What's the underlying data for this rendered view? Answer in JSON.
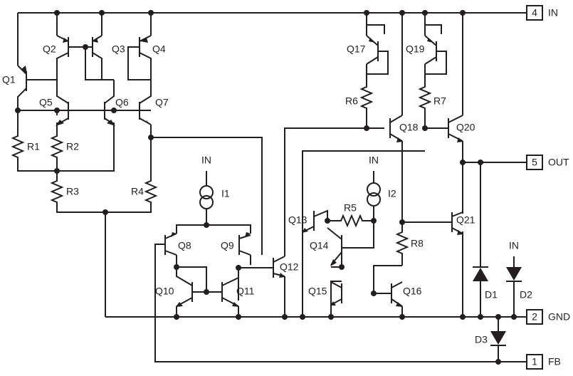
{
  "pins": [
    {
      "number": "4",
      "name": "IN"
    },
    {
      "number": "5",
      "name": "OUT"
    },
    {
      "number": "2",
      "name": "GND"
    },
    {
      "number": "1",
      "name": "FB"
    }
  ],
  "transistors": {
    "q1": "Q1",
    "q2": "Q2",
    "q3": "Q3",
    "q4": "Q4",
    "q5": "Q5",
    "q6": "Q6",
    "q7": "Q7",
    "q8": "Q8",
    "q9": "Q9",
    "q10": "Q10",
    "q11": "Q11",
    "q12": "Q12",
    "q13": "Q13",
    "q14": "Q14",
    "q15": "Q15",
    "q16": "Q16",
    "q17": "Q17",
    "q18": "Q18",
    "q19": "Q19",
    "q20": "Q20",
    "q21": "Q21"
  },
  "resistors": {
    "r1": "R1",
    "r2": "R2",
    "r3": "R3",
    "r4": "R4",
    "r5": "R5",
    "r6": "R6",
    "r7": "R7",
    "r8": "R8"
  },
  "current_sources": {
    "i1": "I1",
    "i1_supply": "IN",
    "i2": "I2",
    "i2_supply": "IN"
  },
  "diodes": {
    "d1": "D1",
    "d2": "D2",
    "d2_supply": "IN",
    "d3": "D3"
  }
}
